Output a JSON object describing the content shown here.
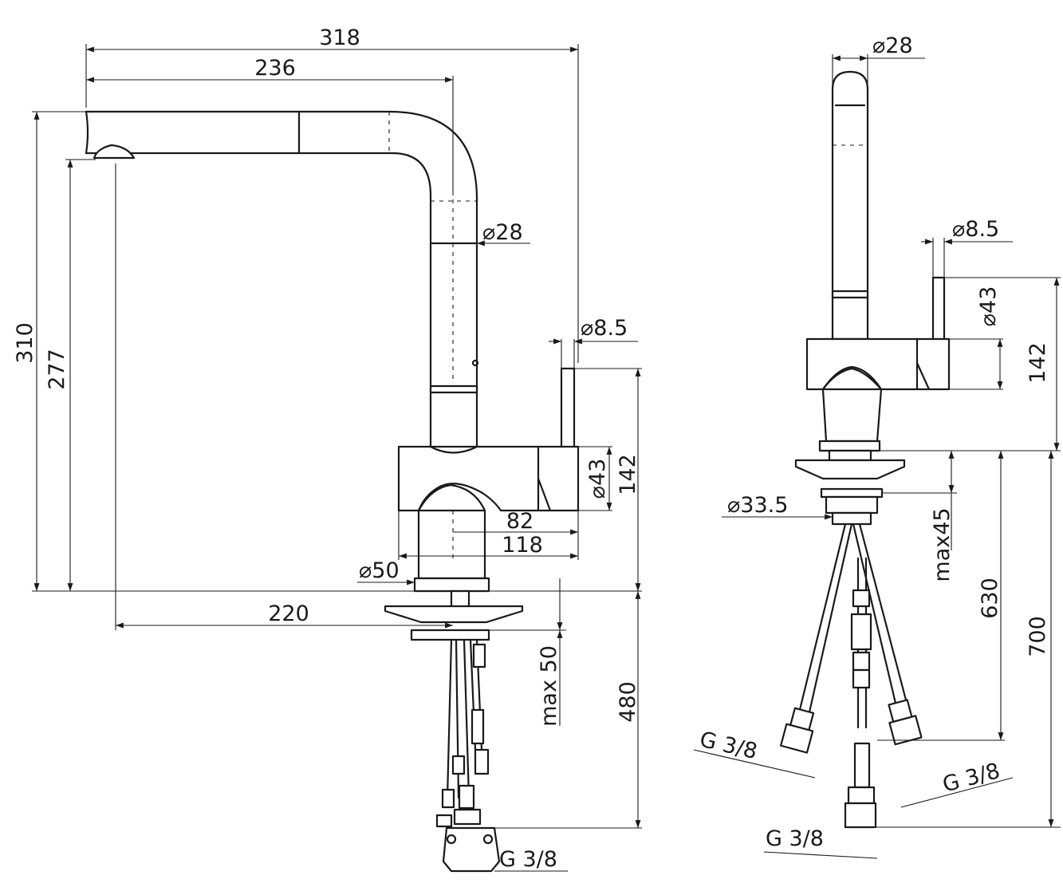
{
  "front_view": {
    "overall_width": "318",
    "spout_reach": "236",
    "overall_height": "310",
    "spout_height": "277",
    "tube_diameter": "28",
    "lever_diameter": "8.5",
    "body_diameter": "43",
    "body_height": "142",
    "lever_offset": "82",
    "body_offset": "118",
    "base_diameter": "50",
    "reach_from_axis": "220",
    "max_counter_thickness": "max 50",
    "hose_length": "480",
    "connection_thread": "G 3/8"
  },
  "side_view": {
    "tube_diameter": "28",
    "lever_diameter": "8.5",
    "body_diameter": "43",
    "body_height": "142",
    "shank_diameter": "33.5",
    "max_counter_thickness": "max45",
    "hose_length_short": "630",
    "hose_length_long": "700",
    "thread_left": "G 3/8",
    "thread_right": "G 3/8",
    "thread_bottom": "G 3/8"
  }
}
